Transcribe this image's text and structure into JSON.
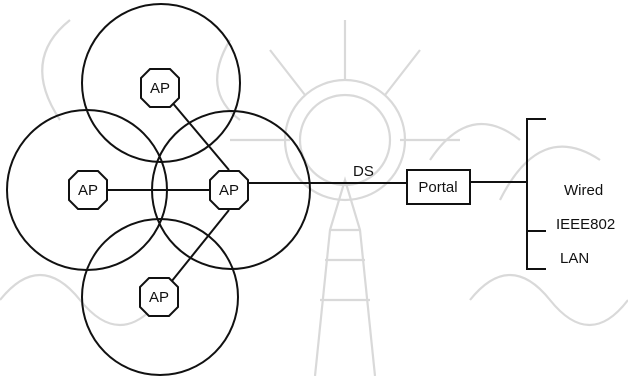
{
  "aps": [
    {
      "label": "AP"
    },
    {
      "label": "AP"
    },
    {
      "label": "AP"
    },
    {
      "label": "AP"
    }
  ],
  "ds_label": "DS",
  "portal_label": "Portal",
  "lan_labels": [
    "Wired",
    "IEEE802",
    "LAN"
  ]
}
